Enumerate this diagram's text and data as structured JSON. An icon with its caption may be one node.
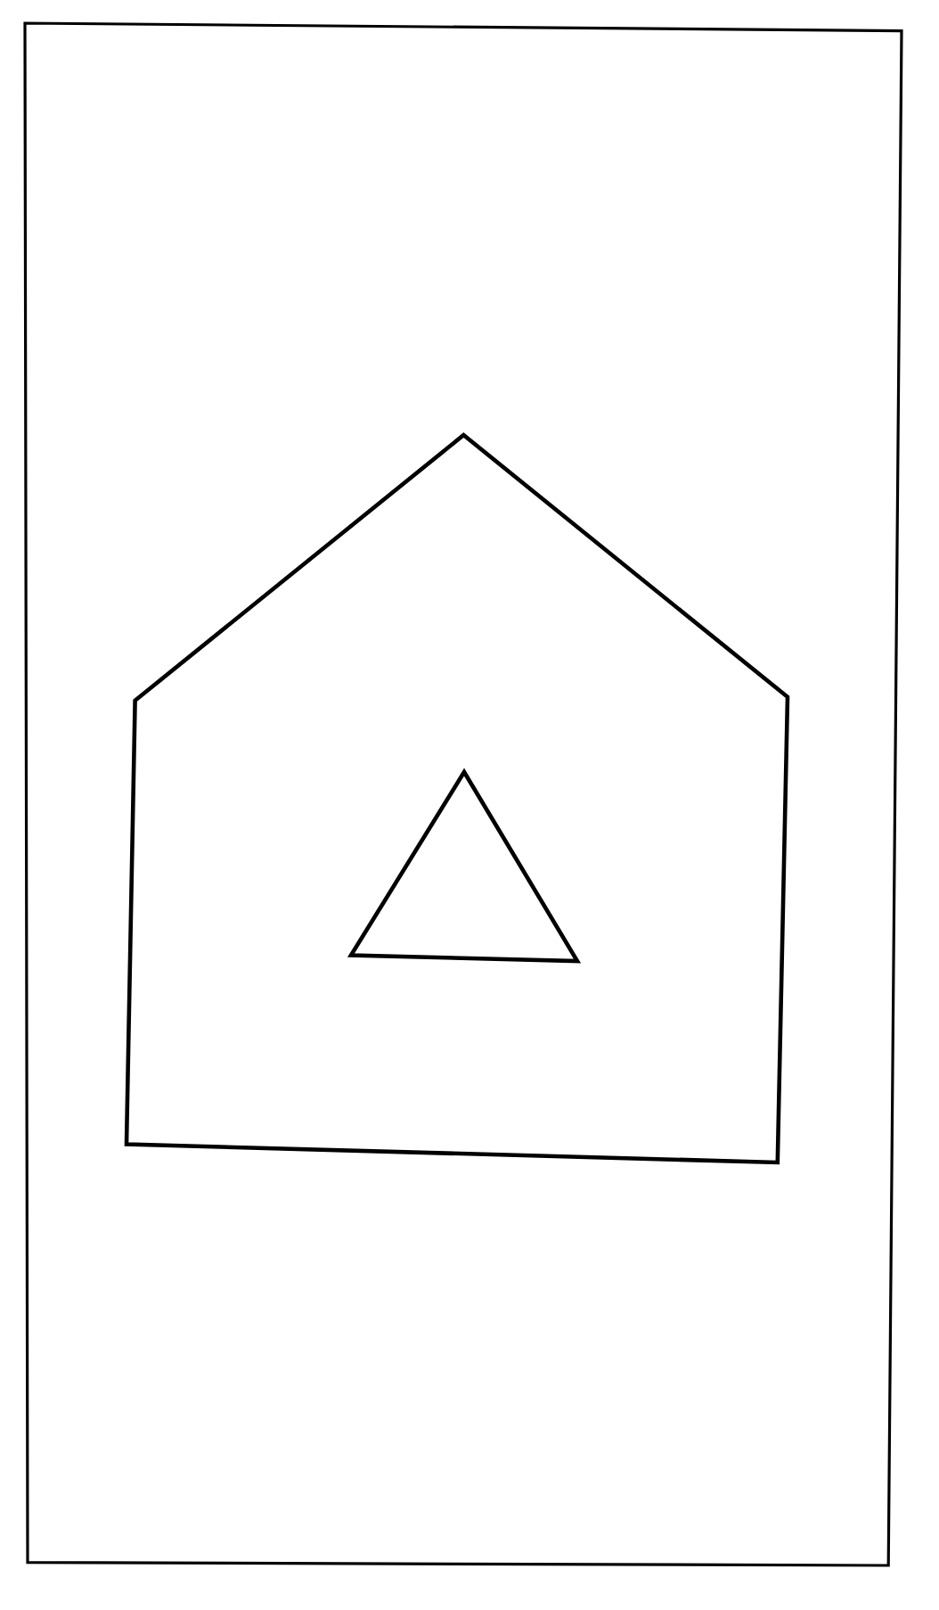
{
  "diagram": {
    "nodes": [
      {
        "text": [],
        "shape": "box"
      },
      {
        "text": [],
        "shape": "pentagon",
        "in": 0
      },
      {
        "text": [],
        "shape": "triangle",
        "in": 1
      }
    ]
  }
}
